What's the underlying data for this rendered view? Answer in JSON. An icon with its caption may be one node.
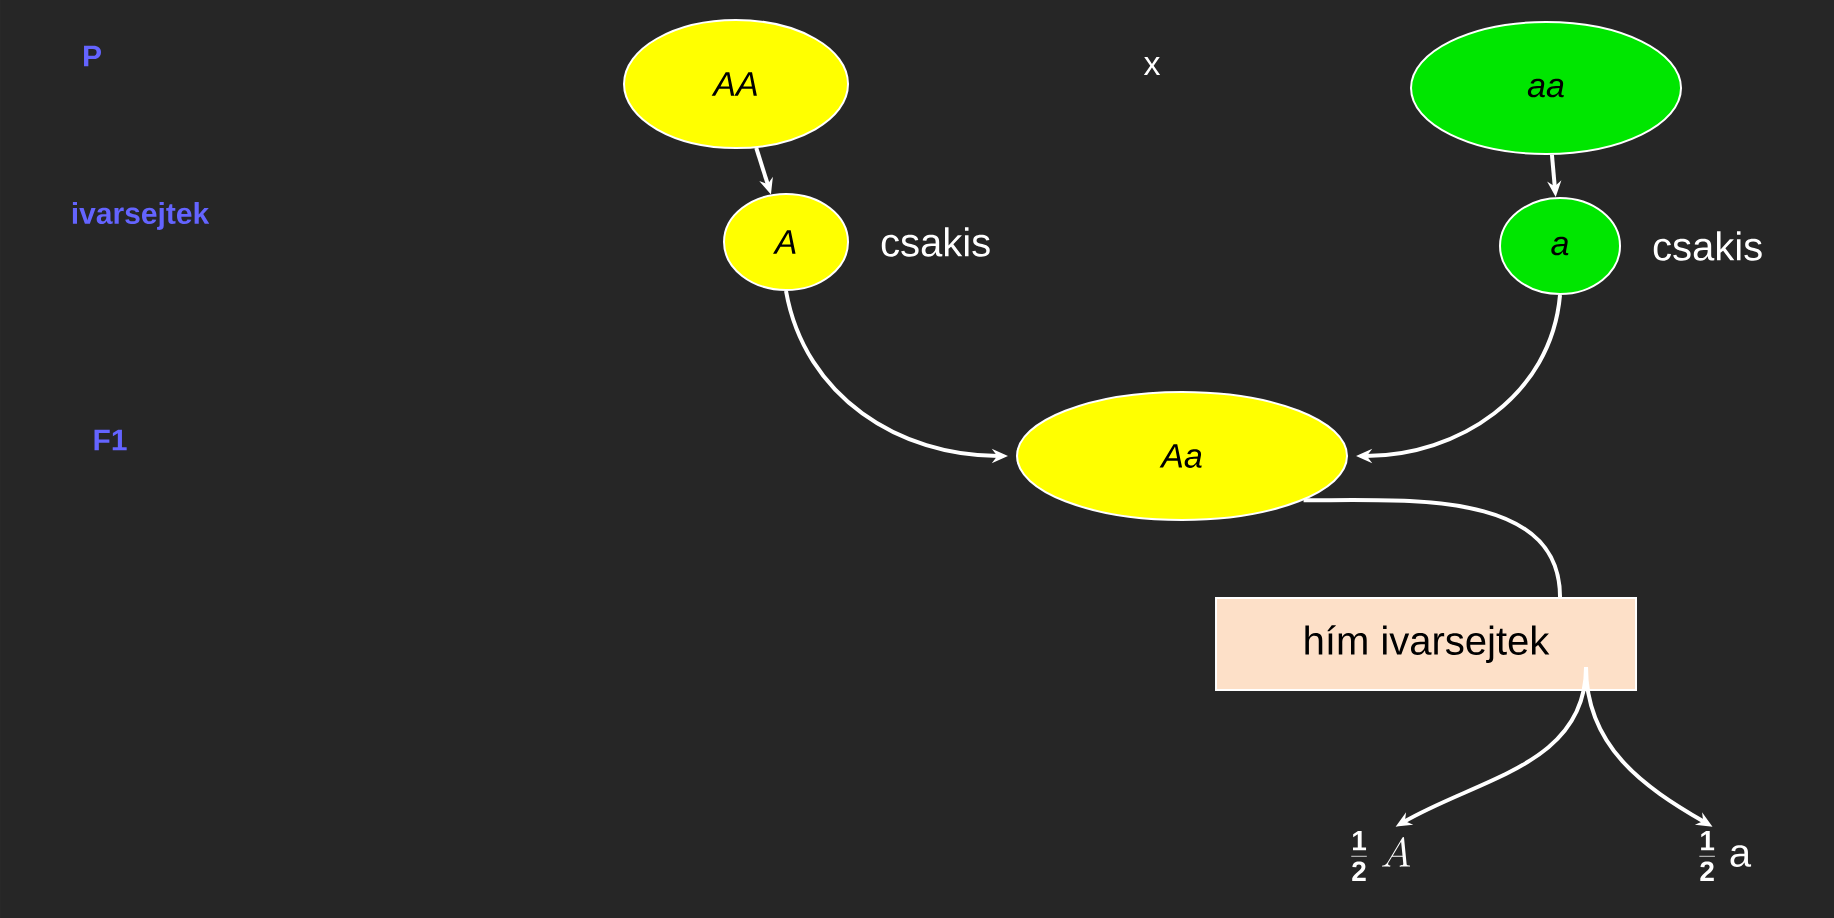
{
  "diagram": {
    "nodes": [
      {
        "text": [
          "AA"
        ]
      },
      {
        "text": [
          "aa"
        ]
      },
      {
        "text": [
          "A"
        ],
        "beside": [
          "csakis"
        ]
      },
      {
        "text": [
          "a"
        ],
        "beside": [
          "csakis"
        ]
      },
      {
        "text": [
          "Aa"
        ]
      },
      {
        "text": [
          "hím ivarsejtek"
        ]
      },
      {
        "text": [
          "\\frac{\\mathbf{1}}{\\mathbf{2}}\\;A"
        ]
      },
      {
        "text": [
          "\\frac{\\mathbf{1}}{\\mathbf{2}}\\;\\mathrm{a}"
        ]
      }
    ],
    "edges": [
      {
        "from": 0,
        "to": 2,
        "arrow": "to"
      },
      {
        "from": 1,
        "to": 3,
        "arrow": "to"
      },
      {
        "from": 2,
        "to": 4,
        "arrow": "to"
      },
      {
        "from": 3,
        "to": 4,
        "arrow": "to"
      },
      {
        "from": 4,
        "to": 5,
        "arrow": "none"
      },
      {
        "from": 5,
        "to": 6,
        "arrow": "to"
      },
      {
        "from": 5,
        "to": 7,
        "arrow": "to"
      }
    ],
    "labels": [
      "P",
      "ivarsejtek",
      "F1",
      "x"
    ]
  }
}
